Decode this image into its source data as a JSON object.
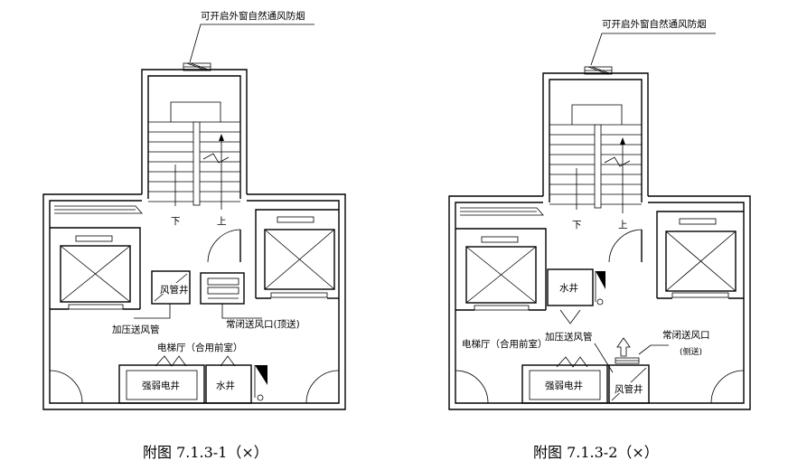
{
  "figures": [
    {
      "caption": "附图 7.1.3-1（×）",
      "window_label": "可开启外窗自然通风防烟",
      "down_label": "下",
      "up_label": "上",
      "duct_shaft": "风管井",
      "pressurized_duct": "加压送风管",
      "closed_vent": "常闭送风口(顶送)",
      "lobby": "电梯厅（合用前室）",
      "electric_shaft": "强弱电井",
      "water_shaft": "水井"
    },
    {
      "caption": "附图 7.1.3-2（×）",
      "window_label": "可开启外窗自然通风防烟",
      "down_label": "下",
      "up_label": "上",
      "water_shaft": "水井",
      "pressurized_duct": "加压送风管",
      "closed_vent": "常闭送风口",
      "closed_vent_sub": "(侧送)",
      "lobby": "电梯厅（合用前室）",
      "electric_shaft": "强弱电井",
      "duct_shaft": "风管井"
    }
  ]
}
